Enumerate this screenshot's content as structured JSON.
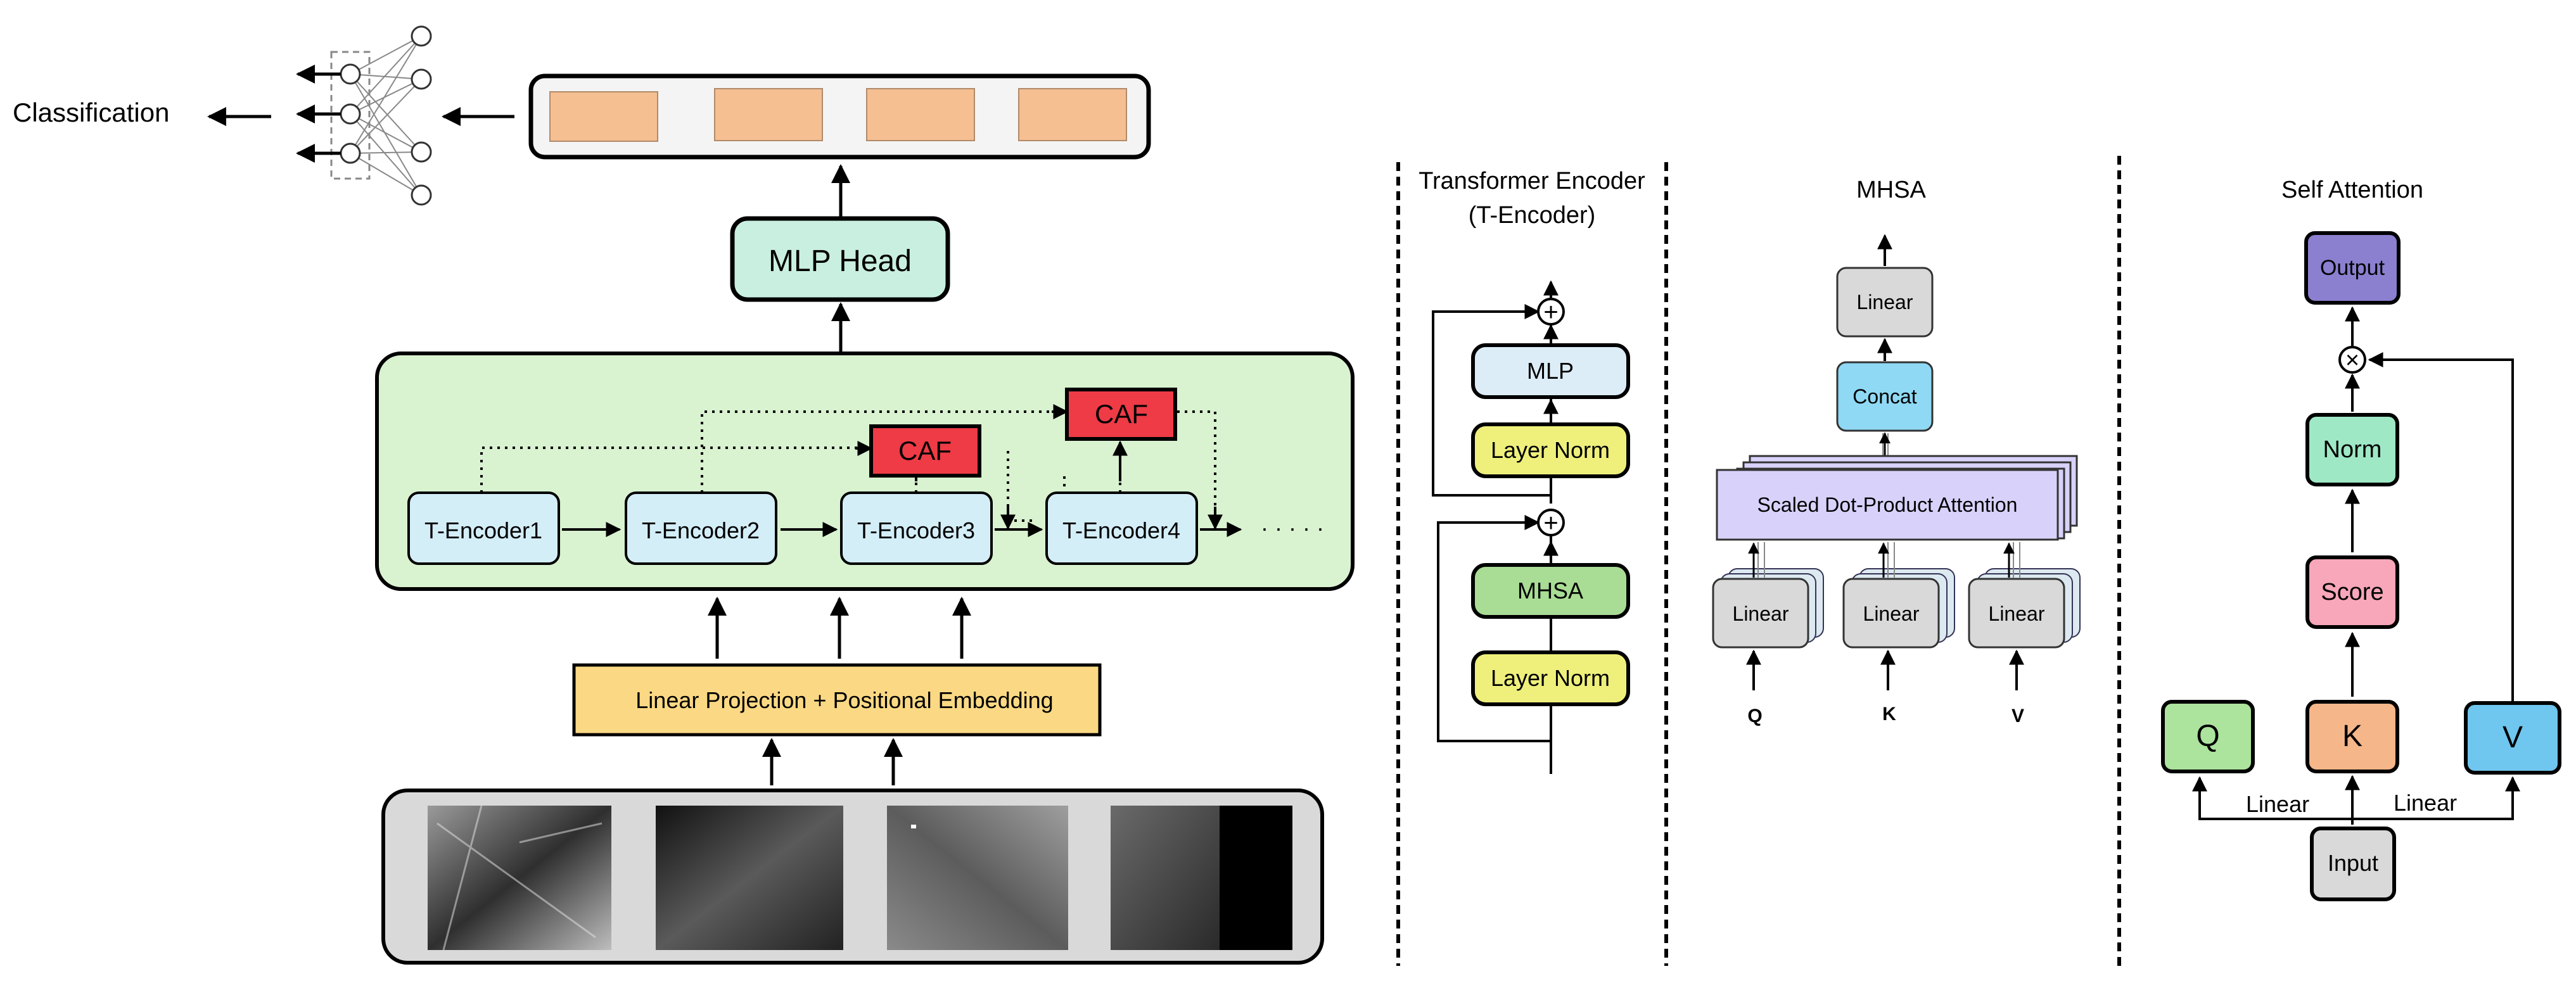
{
  "left_panel": {
    "classification": "Classification",
    "mlp_head": "MLP Head",
    "encoders": [
      "T-Encoder1",
      "T-Encoder2",
      "T-Encoder3",
      "T-Encoder4"
    ],
    "ellipsis": "· · · · ·",
    "caf_labels": [
      "CAF",
      "CAF"
    ],
    "projection": "Linear Projection + Positional Embedding"
  },
  "encoder_panel": {
    "title_line1": "Transformer Encoder",
    "title_line2": "(T-Encoder)",
    "mlp": "MLP",
    "layer_norm_top": "Layer Norm",
    "mhsa": "MHSA",
    "layer_norm_bottom": "Layer Norm",
    "plus_symbol": "+"
  },
  "mhsa_panel": {
    "title": "MHSA",
    "linear_top": "Linear",
    "concat": "Concat",
    "attention": "Scaled Dot-Product Attention",
    "linear_heads": [
      "Linear",
      "Linear",
      "Linear"
    ],
    "inputs": [
      "Q",
      "K",
      "V"
    ]
  },
  "self_attention_panel": {
    "title": "Self Attention",
    "output": "Output",
    "multiply_symbol": "×",
    "norm": "Norm",
    "score": "Score",
    "q": "Q",
    "k": "K",
    "v": "V",
    "linear_left": "Linear",
    "linear_right": "Linear",
    "input": "Input"
  },
  "colors": {
    "green_panel": "#d9f2d0",
    "encoder_blue": "#d4eef8",
    "caf_red": "#ee3b46",
    "token_orange": "#f5bf92",
    "mlp_head_teal": "#c9efe0",
    "projection_yellow": "#fbd984",
    "mhsa_green": "#a9dc95",
    "layernorm_yellow": "#eff07c",
    "mlp_light_blue": "#dcedf8",
    "sda_lavender": "#d8d2fb",
    "concat_blue": "#8fd9f4",
    "gray_box": "#d9d9d9",
    "output_purple": "#8b7fd0",
    "norm_mint": "#9fe8c6",
    "score_pink": "#f7a7b9",
    "q_green": "#ace39d",
    "k_orange": "#f5b689",
    "v_blue": "#6fc6ee"
  }
}
